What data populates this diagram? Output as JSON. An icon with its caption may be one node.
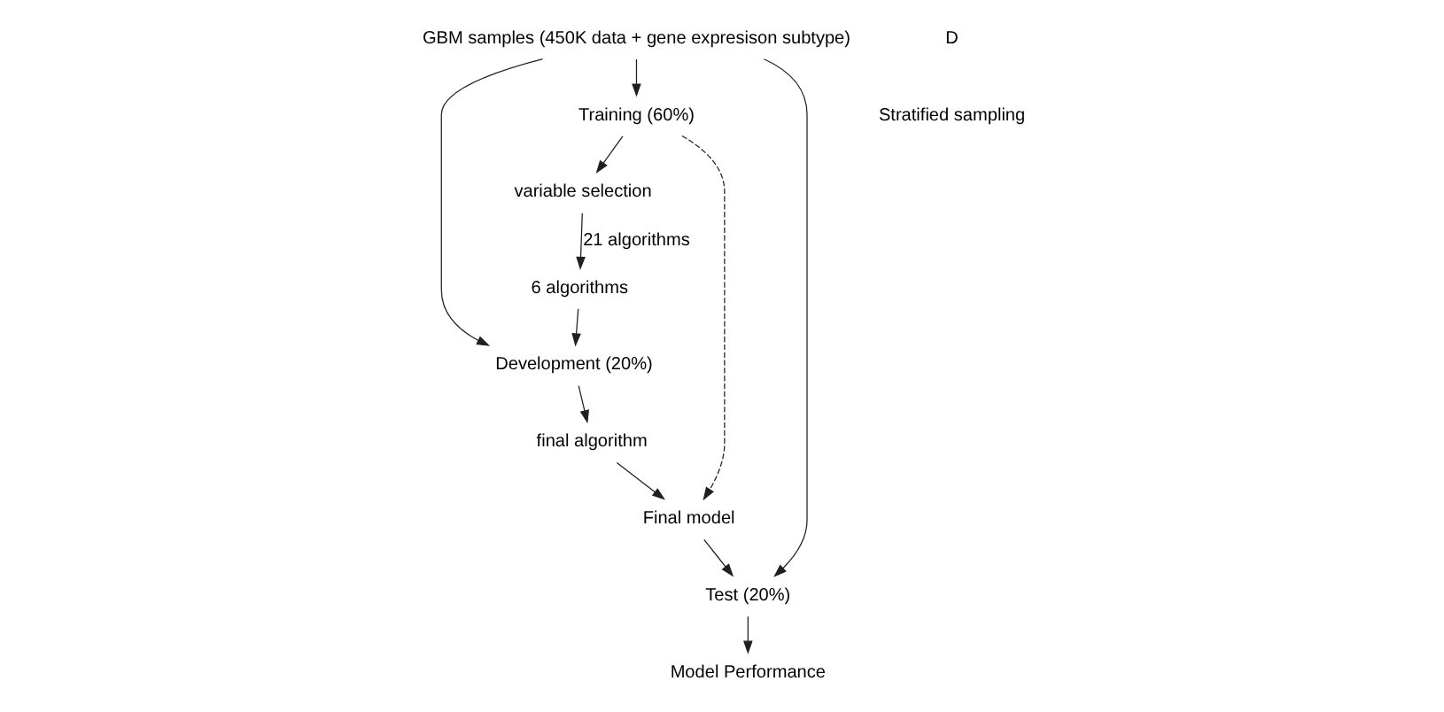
{
  "diagram": {
    "nodes": [
      {
        "text": [
          "GBM samples (450K data + gene expresison subtype)"
        ]
      },
      {
        "text": [
          "Training (60%)"
        ]
      },
      {
        "text": [
          "Development (20%)"
        ]
      },
      {
        "text": [
          "Test (20%)"
        ]
      },
      {
        "text": [
          "variable selection"
        ]
      },
      {
        "text": [
          "6 algorithms"
        ]
      },
      {
        "text": [
          "final algorithm"
        ]
      },
      {
        "text": [
          "Final model"
        ]
      },
      {
        "text": [
          "Model Performance"
        ]
      }
    ],
    "edges": [
      {
        "from": 0,
        "to": 1,
        "arrow": "to"
      },
      {
        "from": 0,
        "to": 2,
        "arrow": "to"
      },
      {
        "from": 0,
        "to": 3,
        "arrow": "to"
      },
      {
        "from": 1,
        "to": 4,
        "arrow": "to"
      },
      {
        "from": 4,
        "to": 5,
        "arrow": "to",
        "label": "21 algorithms"
      },
      {
        "from": 5,
        "to": 2,
        "arrow": "to"
      },
      {
        "from": 1,
        "to": 7,
        "arrow": "to",
        "style": "dashed"
      },
      {
        "from": 2,
        "to": 6,
        "arrow": "to"
      },
      {
        "from": 6,
        "to": 7,
        "arrow": "to"
      },
      {
        "from": 7,
        "to": 3,
        "arrow": "to"
      },
      {
        "from": 3,
        "to": 8,
        "arrow": "to"
      }
    ],
    "labels": [
      "D",
      "Stratified sampling"
    ]
  }
}
